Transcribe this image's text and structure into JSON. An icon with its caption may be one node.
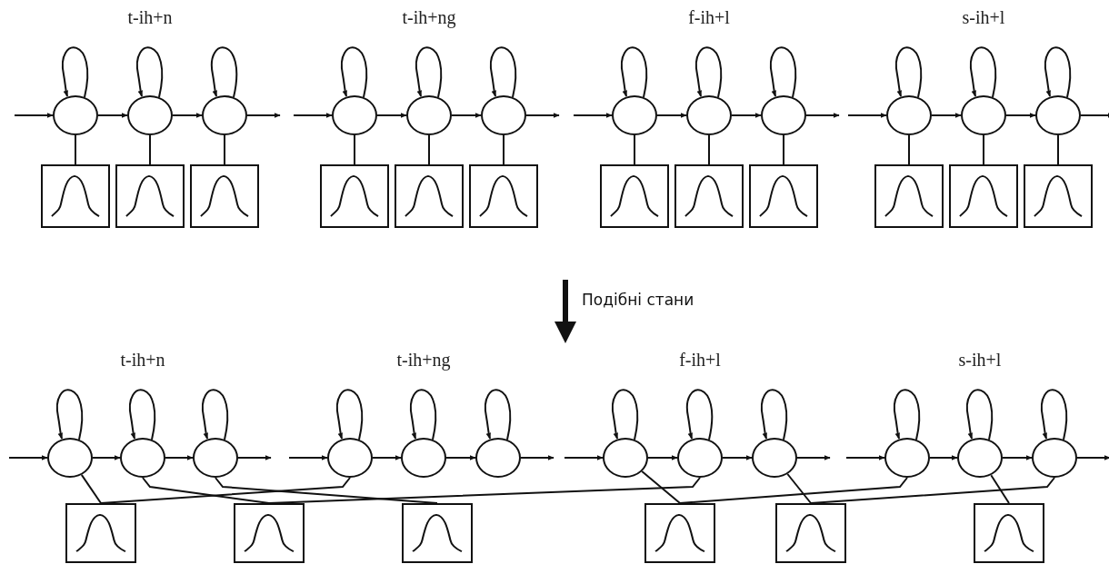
{
  "diagram": {
    "nodes": [
      {
        "text": [],
        "shape": "ellipse"
      },
      {
        "text": [],
        "shape": "ellipse"
      },
      {
        "text": [],
        "shape": "ellipse"
      },
      {
        "text": [],
        "shape": "ellipse"
      },
      {
        "text": [],
        "shape": "ellipse"
      },
      {
        "text": [],
        "shape": "ellipse"
      },
      {
        "text": [],
        "shape": "ellipse"
      },
      {
        "text": [],
        "shape": "ellipse"
      },
      {
        "text": [],
        "shape": "ellipse"
      },
      {
        "text": [],
        "shape": "ellipse"
      },
      {
        "text": [],
        "shape": "ellipse"
      },
      {
        "text": [],
        "shape": "ellipse"
      },
      {
        "text": [],
        "shape": "box"
      },
      {
        "text": [],
        "shape": "box"
      },
      {
        "text": [],
        "shape": "box"
      },
      {
        "text": [],
        "shape": "box"
      },
      {
        "text": [],
        "shape": "box"
      },
      {
        "text": [],
        "shape": "box"
      },
      {
        "text": [],
        "shape": "box"
      },
      {
        "text": [],
        "shape": "box"
      },
      {
        "text": [],
        "shape": "box"
      },
      {
        "text": [],
        "shape": "box"
      },
      {
        "text": [],
        "shape": "box"
      },
      {
        "text": [],
        "shape": "box"
      },
      {
        "text": [],
        "shape": "ellipse"
      },
      {
        "text": [],
        "shape": "ellipse"
      },
      {
        "text": [],
        "shape": "ellipse"
      },
      {
        "text": [],
        "shape": "ellipse"
      },
      {
        "text": [],
        "shape": "ellipse"
      },
      {
        "text": [],
        "shape": "ellipse"
      },
      {
        "text": [],
        "shape": "ellipse"
      },
      {
        "text": [],
        "shape": "ellipse"
      },
      {
        "text": [],
        "shape": "ellipse"
      },
      {
        "text": [],
        "shape": "ellipse"
      },
      {
        "text": [],
        "shape": "ellipse"
      },
      {
        "text": [],
        "shape": "ellipse"
      },
      {
        "text": [],
        "shape": "box"
      },
      {
        "text": [],
        "shape": "box"
      },
      {
        "text": [],
        "shape": "box"
      },
      {
        "text": [],
        "shape": "box"
      },
      {
        "text": [],
        "shape": "box"
      },
      {
        "text": [],
        "shape": "box"
      }
    ],
    "edges": [
      {
        "from": null,
        "to": 0,
        "arrow": "to"
      },
      {
        "from": 0,
        "to": 0,
        "arrow": "to"
      },
      {
        "from": 0,
        "to": 1,
        "arrow": "to"
      },
      {
        "from": 1,
        "to": 1,
        "arrow": "to"
      },
      {
        "from": 1,
        "to": 2,
        "arrow": "to"
      },
      {
        "from": 2,
        "to": 2,
        "arrow": "to"
      },
      {
        "from": 2,
        "to": null,
        "arrow": "to"
      },
      {
        "from": null,
        "to": 3,
        "arrow": "to"
      },
      {
        "from": 3,
        "to": 3,
        "arrow": "to"
      },
      {
        "from": 3,
        "to": 4,
        "arrow": "to"
      },
      {
        "from": 4,
        "to": 4,
        "arrow": "to"
      },
      {
        "from": 4,
        "to": 5,
        "arrow": "to"
      },
      {
        "from": 5,
        "to": 5,
        "arrow": "to"
      },
      {
        "from": 5,
        "to": null,
        "arrow": "to"
      },
      {
        "from": null,
        "to": 6,
        "arrow": "to"
      },
      {
        "from": 6,
        "to": 6,
        "arrow": "to"
      },
      {
        "from": 6,
        "to": 7,
        "arrow": "to"
      },
      {
        "from": 7,
        "to": 7,
        "arrow": "to"
      },
      {
        "from": 7,
        "to": 8,
        "arrow": "to"
      },
      {
        "from": 8,
        "to": 8,
        "arrow": "to"
      },
      {
        "from": 8,
        "to": null,
        "arrow": "to"
      },
      {
        "from": null,
        "to": 9,
        "arrow": "to"
      },
      {
        "from": 9,
        "to": 9,
        "arrow": "to"
      },
      {
        "from": 9,
        "to": 10,
        "arrow": "to"
      },
      {
        "from": 10,
        "to": 10,
        "arrow": "to"
      },
      {
        "from": 10,
        "to": 11,
        "arrow": "to"
      },
      {
        "from": 11,
        "to": 11,
        "arrow": "to"
      },
      {
        "from": 11,
        "to": null,
        "arrow": "to"
      },
      {
        "from": 0,
        "to": 12,
        "arrow": "none"
      },
      {
        "from": 1,
        "to": 13,
        "arrow": "none"
      },
      {
        "from": 2,
        "to": 14,
        "arrow": "none"
      },
      {
        "from": 3,
        "to": 15,
        "arrow": "none"
      },
      {
        "from": 4,
        "to": 16,
        "arrow": "none"
      },
      {
        "from": 5,
        "to": 17,
        "arrow": "none"
      },
      {
        "from": 6,
        "to": 18,
        "arrow": "none"
      },
      {
        "from": 7,
        "to": 19,
        "arrow": "none"
      },
      {
        "from": 8,
        "to": 20,
        "arrow": "none"
      },
      {
        "from": 9,
        "to": 21,
        "arrow": "none"
      },
      {
        "from": 10,
        "to": 22,
        "arrow": "none"
      },
      {
        "from": 11,
        "to": 23,
        "arrow": "none"
      },
      {
        "from": null,
        "to": 24,
        "arrow": "to"
      },
      {
        "from": 24,
        "to": 24,
        "arrow": "to"
      },
      {
        "from": 24,
        "to": 25,
        "arrow": "to"
      },
      {
        "from": 25,
        "to": 25,
        "arrow": "to"
      },
      {
        "from": 25,
        "to": 26,
        "arrow": "to"
      },
      {
        "from": 26,
        "to": 26,
        "arrow": "to"
      },
      {
        "from": 26,
        "to": null,
        "arrow": "to"
      },
      {
        "from": null,
        "to": 27,
        "arrow": "to"
      },
      {
        "from": 27,
        "to": 27,
        "arrow": "to"
      },
      {
        "from": 27,
        "to": 28,
        "arrow": "to"
      },
      {
        "from": 28,
        "to": 28,
        "arrow": "to"
      },
      {
        "from": 28,
        "to": 29,
        "arrow": "to"
      },
      {
        "from": 29,
        "to": 29,
        "arrow": "to"
      },
      {
        "from": 29,
        "to": null,
        "arrow": "to"
      },
      {
        "from": null,
        "to": 30,
        "arrow": "to"
      },
      {
        "from": 30,
        "to": 30,
        "arrow": "to"
      },
      {
        "from": 30,
        "to": 31,
        "arrow": "to"
      },
      {
        "from": 31,
        "to": 31,
        "arrow": "to"
      },
      {
        "from": 31,
        "to": 32,
        "arrow": "to"
      },
      {
        "from": 32,
        "to": 32,
        "arrow": "to"
      },
      {
        "from": 32,
        "to": null,
        "arrow": "to"
      },
      {
        "from": null,
        "to": 33,
        "arrow": "to"
      },
      {
        "from": 33,
        "to": 33,
        "arrow": "to"
      },
      {
        "from": 33,
        "to": 34,
        "arrow": "to"
      },
      {
        "from": 34,
        "to": 34,
        "arrow": "to"
      },
      {
        "from": 34,
        "to": 35,
        "arrow": "to"
      },
      {
        "from": 35,
        "to": 35,
        "arrow": "to"
      },
      {
        "from": 35,
        "to": null,
        "arrow": "to"
      },
      {
        "from": 24,
        "to": 36,
        "arrow": "none"
      },
      {
        "from": 27,
        "to": 36,
        "arrow": "none"
      },
      {
        "from": 25,
        "to": 37,
        "arrow": "none"
      },
      {
        "from": 31,
        "to": 37,
        "arrow": "none"
      },
      {
        "from": 26,
        "to": 38,
        "arrow": "none"
      },
      {
        "from": 30,
        "to": 39,
        "arrow": "none"
      },
      {
        "from": 33,
        "to": 39,
        "arrow": "none"
      },
      {
        "from": 32,
        "to": 40,
        "arrow": "none"
      },
      {
        "from": 35,
        "to": 40,
        "arrow": "none"
      },
      {
        "from": 34,
        "to": 41,
        "arrow": "none"
      }
    ],
    "labels": [
      "t-ih+n",
      "t-ih+ng",
      "f-ih+l",
      "s-ih+l",
      "Подібні стани",
      "t-ih+n",
      "t-ih+ng",
      "f-ih+l",
      "s-ih+l"
    ]
  }
}
